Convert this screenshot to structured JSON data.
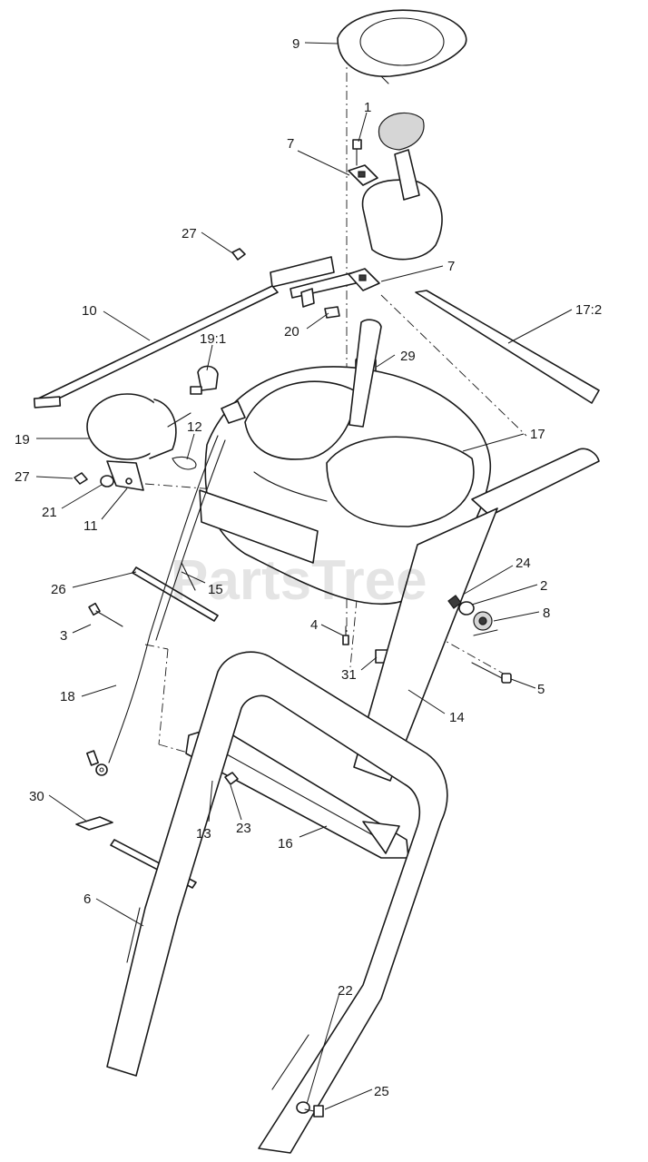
{
  "watermark": "PartsTree",
  "callouts": {
    "c1": "1",
    "c2": "2",
    "c3": "3",
    "c4": "4",
    "c5": "5",
    "c6": "6",
    "c7a": "7",
    "c7b": "7",
    "c8": "8",
    "c9": "9",
    "c10": "10",
    "c11": "11",
    "c12": "12",
    "c13": "13",
    "c14": "14",
    "c15": "15",
    "c16": "16",
    "c17": "17",
    "c17_2": "17:2",
    "c18": "18",
    "c19": "19",
    "c19_1": "19:1",
    "c20": "20",
    "c21": "21",
    "c22": "22",
    "c23": "23",
    "c24": "24",
    "c25": "25",
    "c26": "26",
    "c27a": "27",
    "c27b": "27",
    "c29": "29",
    "c30": "30",
    "c31": "31"
  }
}
